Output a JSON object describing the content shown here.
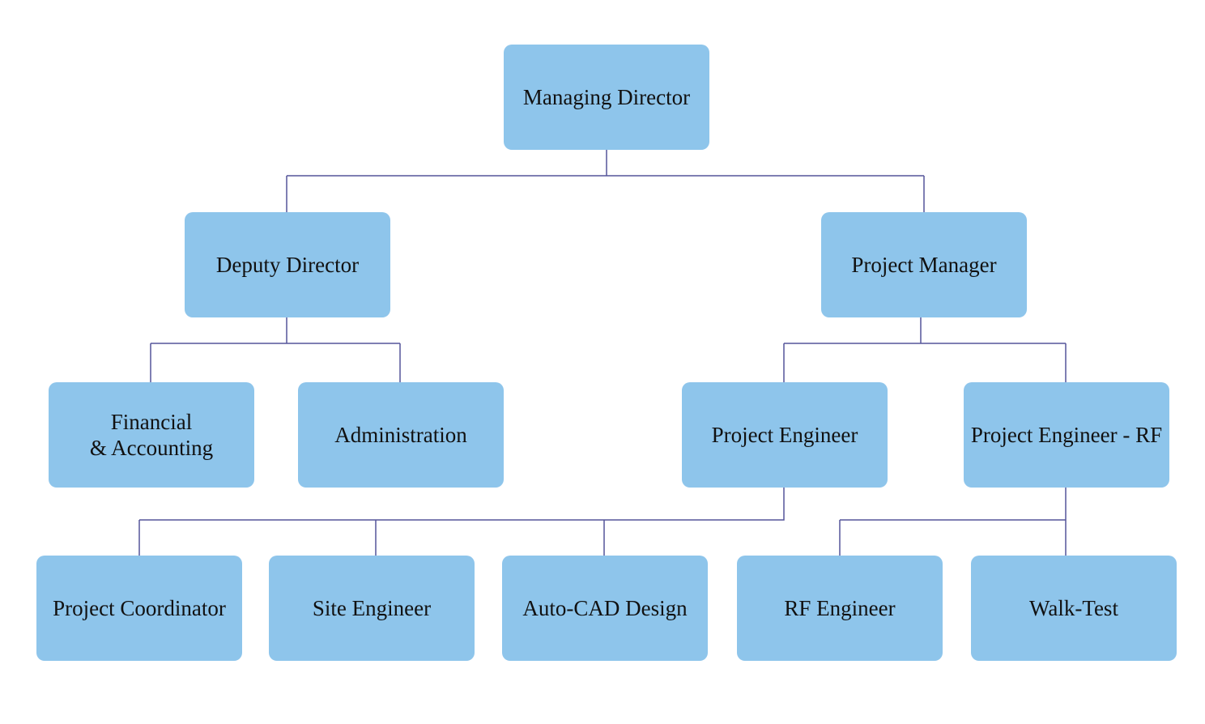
{
  "chart": {
    "nodes": {
      "managing_director": "Managing Director",
      "deputy_director": "Deputy Director",
      "project_manager": "Project Manager",
      "financial_accounting": "Financial\n& Accounting",
      "administration": "Administration",
      "project_engineer": "Project Engineer",
      "project_engineer_rf": "Project Engineer - RF",
      "project_coordinator": "Project Coordinator",
      "site_engineer": "Site Engineer",
      "autocad_design": "Auto-CAD Design",
      "rf_engineer": "RF Engineer",
      "walk_test": "Walk-Test"
    },
    "colors": {
      "node_fill": "#8ec5eb",
      "connector": "#55559a",
      "text": "#111111"
    }
  }
}
